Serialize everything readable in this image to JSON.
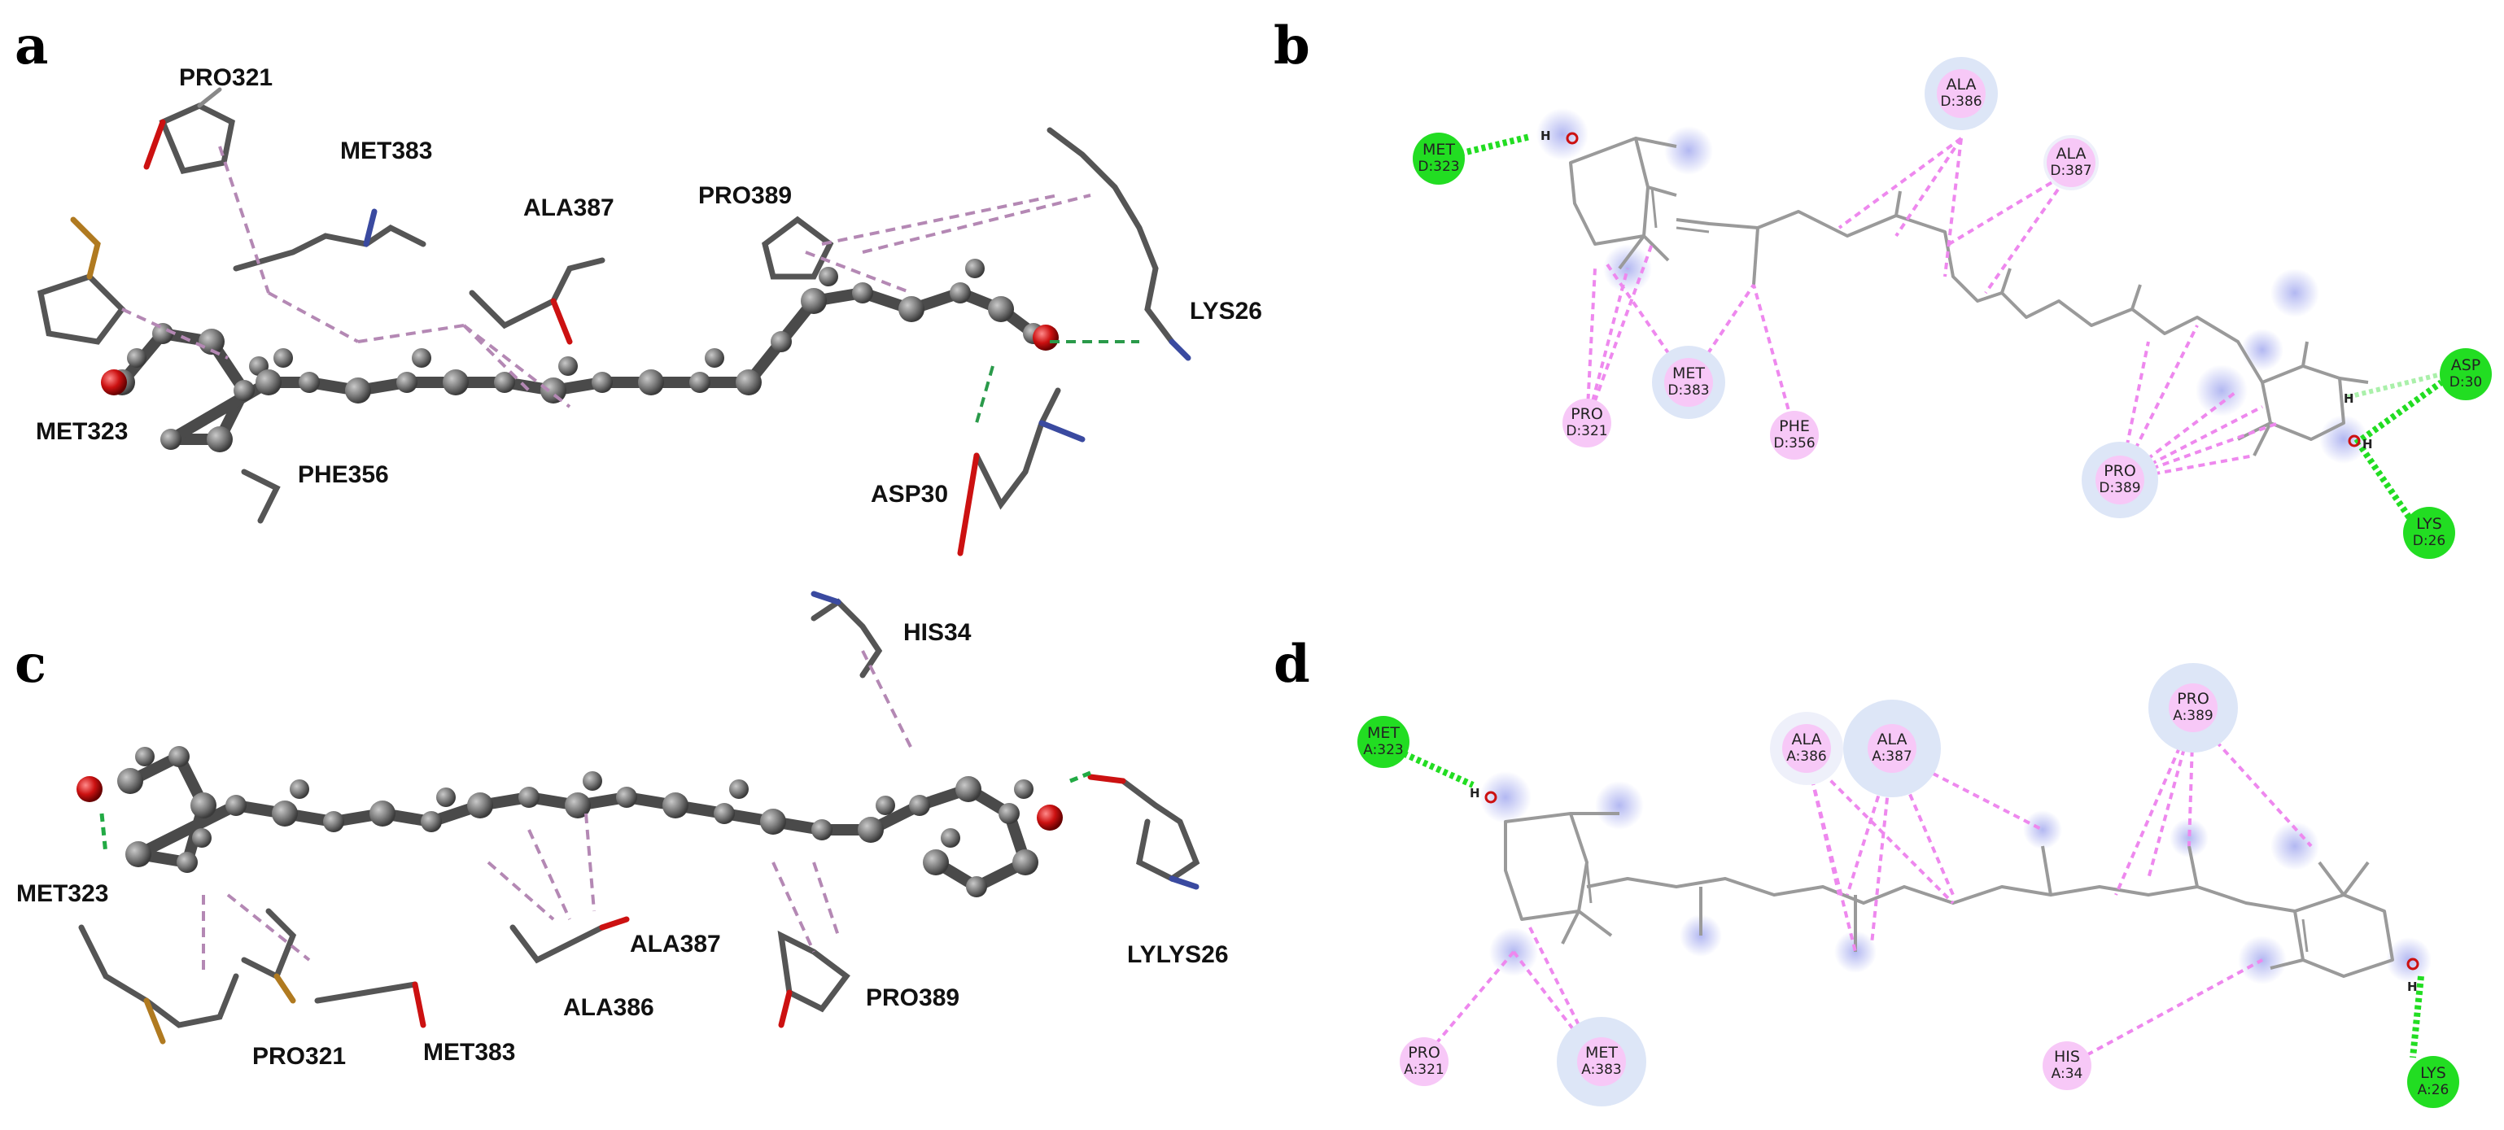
{
  "panels": {
    "a": {
      "label": "a",
      "residues": [
        "PRO321",
        "MET383",
        "ALA387",
        "PRO389",
        "LYS26",
        "MET323",
        "PHE356",
        "ASP30"
      ]
    },
    "b": {
      "label": "b",
      "h_bond_residues": [
        {
          "name": "MET",
          "id": "D:323"
        },
        {
          "name": "ASP",
          "id": "D:30"
        },
        {
          "name": "LYS",
          "id": "D:26"
        }
      ],
      "hydrophobic_residues": [
        {
          "name": "ALA",
          "id": "D:386"
        },
        {
          "name": "ALA",
          "id": "D:387"
        },
        {
          "name": "PRO",
          "id": "D:321"
        },
        {
          "name": "MET",
          "id": "D:383"
        },
        {
          "name": "PHE",
          "id": "D:356"
        },
        {
          "name": "PRO",
          "id": "D:389"
        }
      ],
      "atom_labels": [
        "H",
        "H",
        "H"
      ]
    },
    "c": {
      "label": "c",
      "residues": [
        "HIS34",
        "MET323",
        "ALA387",
        "LYLYS26",
        "ALA386",
        "PRO389",
        "PRO321",
        "MET383"
      ]
    },
    "d": {
      "label": "d",
      "h_bond_residues": [
        {
          "name": "MET",
          "id": "A:323"
        },
        {
          "name": "LYS",
          "id": "A:26"
        }
      ],
      "hydrophobic_residues": [
        {
          "name": "ALA",
          "id": "A:386"
        },
        {
          "name": "ALA",
          "id": "A:387"
        },
        {
          "name": "PRO",
          "id": "A:389"
        },
        {
          "name": "PRO",
          "id": "A:321"
        },
        {
          "name": "MET",
          "id": "A:383"
        },
        {
          "name": "HIS",
          "id": "A:34"
        }
      ],
      "atom_labels": [
        "H",
        "H"
      ]
    }
  },
  "colors": {
    "h_bond": "#22dd22",
    "hydrophobic_line": "#ee88ee",
    "hydrophobic_bubble": "#f7c8f7",
    "bubble_halo": "#dde6f7",
    "ligand_halo": "#b8b8f0",
    "ligand_bond": "#9a9a9a",
    "atom_carbon": "#7a7a7a",
    "oxygen": "#cc1111"
  }
}
